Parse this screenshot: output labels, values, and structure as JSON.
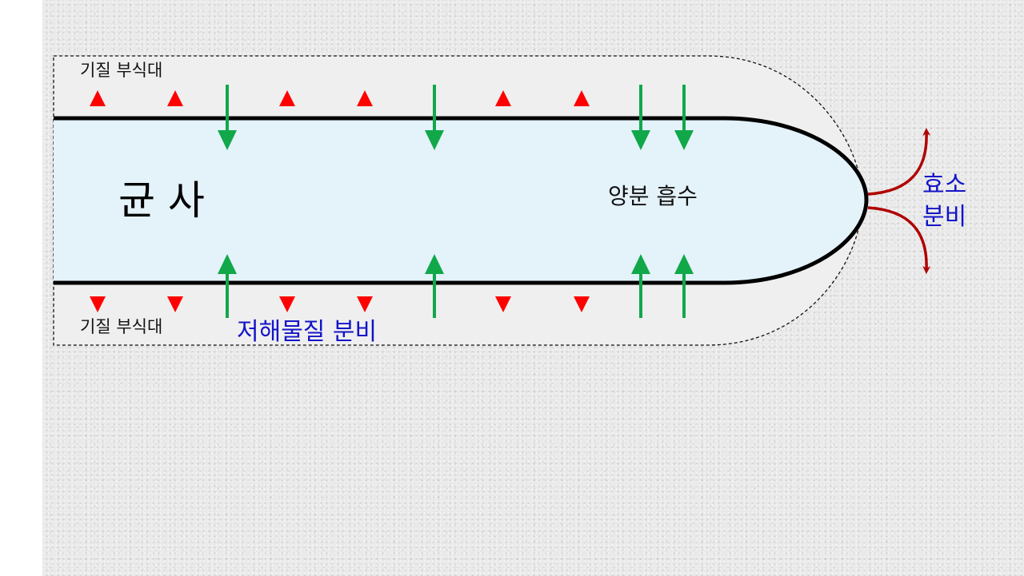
{
  "labels": {
    "substrate_top": "기질 부식대",
    "substrate_bottom": "기질 부식대",
    "hypha": "균 사",
    "nutrient_uptake": "양분 흡수",
    "inhibitor_secretion": "저해물질 분비",
    "enzyme_line1": "효소",
    "enzyme_line2": "분비"
  },
  "colors": {
    "hypha_fill": "#e4f2fa",
    "zone_fill": "#efefef",
    "uptake_arrow": "#11a84a",
    "substrate_marker": "#ff0000",
    "enzyme_arrow": "#b00000",
    "label_blue": "#1414c8"
  },
  "icons": {
    "uptake": "green-arrow-icon",
    "substrate": "red-triangle-icon",
    "enzyme": "curved-red-arrow-icon"
  }
}
